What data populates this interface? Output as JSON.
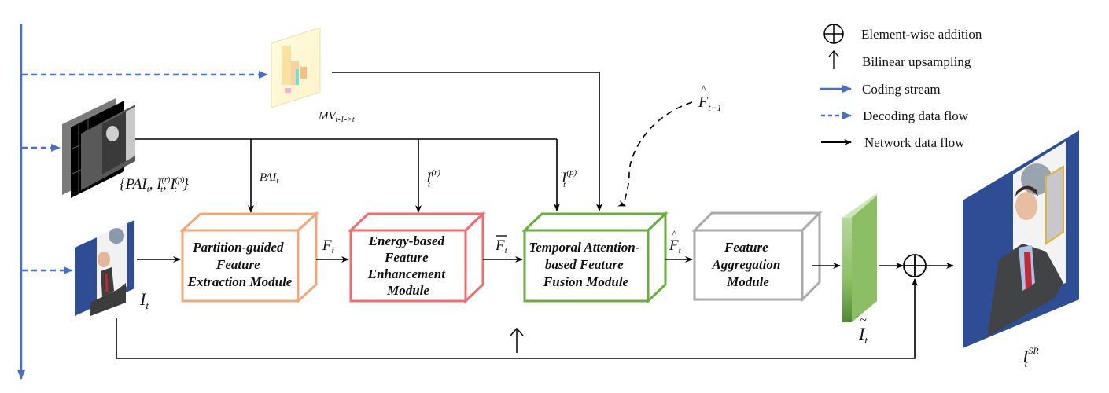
{
  "colors": {
    "coding_stream": "#4a6fc7",
    "network_flow": "#000000",
    "pfem": "#f0a878",
    "efem": "#f06b6b",
    "tafm": "#6aac3e",
    "fam": "#aaaaaa",
    "feature_map": "#8cbf65",
    "frame_bg": "#2f4d94"
  },
  "inputs": {
    "mv_label": "MV",
    "mv_sub": "t-1->t",
    "partition_set_label": "{PAI",
    "partition_set_rest": "t, I",
    "it_label": "I",
    "it_sub": "t"
  },
  "branch_labels": {
    "pai": "PAI",
    "pai_sub": "t",
    "ir": "I",
    "ir_sup": "(r)",
    "ir_sub": "t",
    "ip": "I",
    "ip_sup": "(p)",
    "ip_sub": "t",
    "prev_feature": "F",
    "prev_feature_sub": "t−1"
  },
  "modules": [
    {
      "id": "pfem",
      "lines": [
        "Partition-guided",
        "Feature",
        "Extraction Module"
      ]
    },
    {
      "id": "efem",
      "lines": [
        "Energy-based",
        "Feature",
        "Enhancement",
        "Module"
      ]
    },
    {
      "id": "tafm",
      "lines": [
        "Temporal Attention-",
        "based Feature",
        "Fusion Module"
      ]
    },
    {
      "id": "fam",
      "lines": [
        "Feature",
        "Aggregation",
        "Module"
      ]
    }
  ],
  "edge_labels": {
    "ft": "F",
    "ft_sub": "t",
    "fbar": "F",
    "fbar_sub": "t",
    "fhat": "F",
    "fhat_sub": "t",
    "itilde": "I",
    "itilde_sub": "t",
    "isr": "I",
    "isr_sub": "t",
    "isr_sup": "SR"
  },
  "legend": [
    {
      "icon": "circle-plus-icon",
      "label": "Element-wise addition"
    },
    {
      "icon": "up-arrow-icon",
      "label": "Bilinear upsampling"
    },
    {
      "icon": "solid-blue-arrow-icon",
      "label": "Coding stream"
    },
    {
      "icon": "dashed-blue-arrow-icon",
      "label": "Decoding data flow"
    },
    {
      "icon": "black-arrow-icon",
      "label": "Network data flow"
    }
  ]
}
